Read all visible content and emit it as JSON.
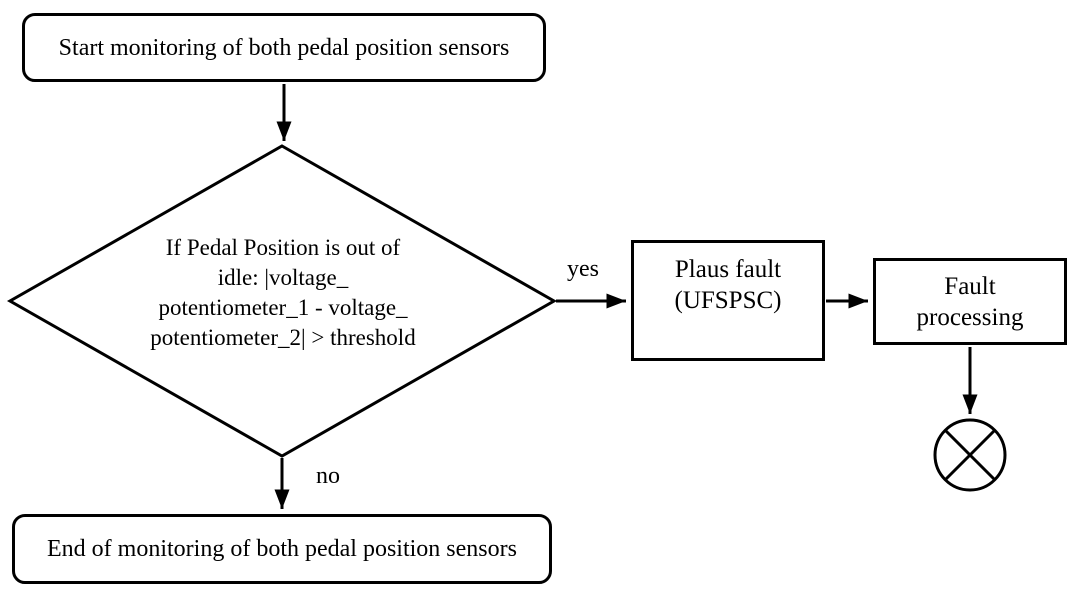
{
  "flowchart": {
    "description": "Pedal position sensor plausibility monitoring flowchart",
    "colors": {
      "background": "#ffffff",
      "stroke": "#000000",
      "text": "#000000"
    },
    "nodes": {
      "start": {
        "shape": "rounded-rectangle",
        "text": "Start monitoring of both pedal position sensors"
      },
      "decision": {
        "shape": "diamond",
        "lines": [
          "If Pedal Position is out of",
          "idle: |voltage_",
          "potentiometer_1 - voltage_",
          "potentiometer_2| > threshold"
        ]
      },
      "plaus_fault": {
        "shape": "rectangle",
        "lines": [
          "Plaus fault",
          "(UFSPSC)"
        ]
      },
      "fault_processing": {
        "shape": "rectangle",
        "lines": [
          "Fault",
          "processing"
        ]
      },
      "fault_terminator": {
        "shape": "crossed-circle-icon"
      },
      "end": {
        "shape": "rounded-rectangle",
        "text": "End of monitoring of both pedal position sensors"
      }
    },
    "edge_labels": {
      "yes": "yes",
      "no": "no"
    }
  }
}
